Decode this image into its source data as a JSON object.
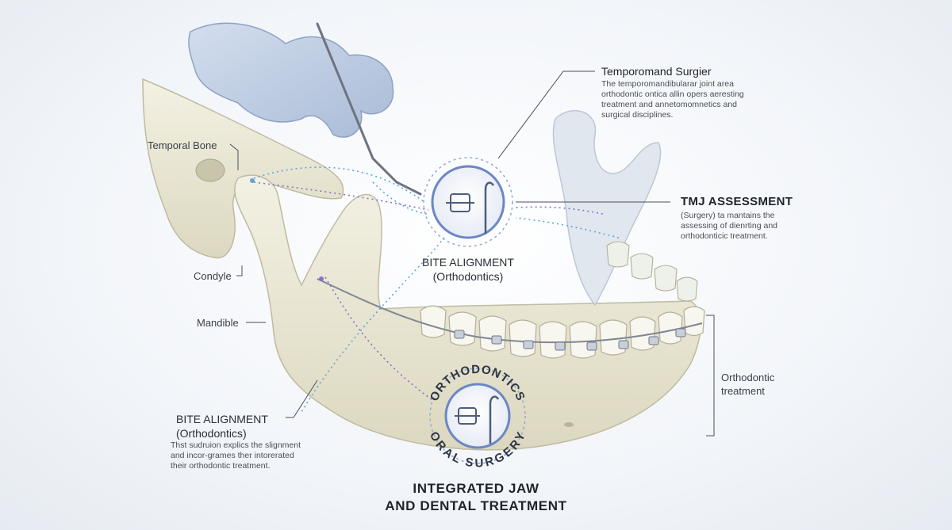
{
  "labels": {
    "temporal_bone": "Temporal Bone",
    "condyle": "Condyle",
    "mandible": "Mandible",
    "orthodontic_treatment": "Orthodontic\ntreatment"
  },
  "temporomand": {
    "title": "Temporomand Surgier",
    "text": "The temporomandibularar joint area\northodontic ontica allin opers aeresting\ntreatment and annetomomnetics and\nsurgical disciplines."
  },
  "tmj": {
    "title": "TMJ ASSESSMENT",
    "text": "(Surgery) ta mantains the\nassessing of dienrting and\northodonticic treatment."
  },
  "bite_center": {
    "line1": "BITE ALIGNMENT",
    "line2": "(Orthodontics)"
  },
  "bite_left": {
    "line1": "BITE ALIGNMENT",
    "line2": "(Orthodontics)",
    "text": "Thst sudruion explics the slignment\nand incor-grames ther intorerated\ntheir orthodontic treatment."
  },
  "badge": {
    "top_text": "ORTHODONTICS",
    "bottom_text": "ORAL SURGERY"
  },
  "title": {
    "line1": "INTEGRATED JAW",
    "line2": "AND DENTAL TREATMENT"
  },
  "colors": {
    "bone": "#ece9d6",
    "bone_shadow": "#cfcbb2",
    "glove": "#b9c8de",
    "dotted_blue": "#5aa7d8",
    "dotted_purple": "#8a6fc9",
    "badge_ring": "#6b87c4"
  }
}
